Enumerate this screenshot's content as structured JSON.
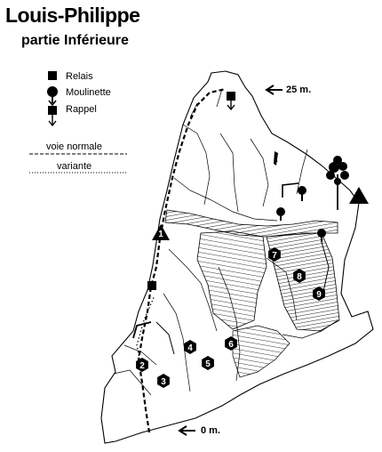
{
  "header": {
    "title": "Louis-Philippe",
    "subtitle": "partie Inférieure"
  },
  "legend": {
    "relais": "Relais",
    "moulinette": "Moulinette",
    "rappel": "Rappel"
  },
  "lines": {
    "normale": "voie normale",
    "variante": "variante"
  },
  "markers": {
    "top": "25 m.",
    "bottom": "0 m."
  },
  "routes": [
    "1",
    "2",
    "3",
    "4",
    "5",
    "6",
    "7",
    "8",
    "9"
  ],
  "colors": {
    "ink": "#000000",
    "paper": "#ffffff"
  }
}
